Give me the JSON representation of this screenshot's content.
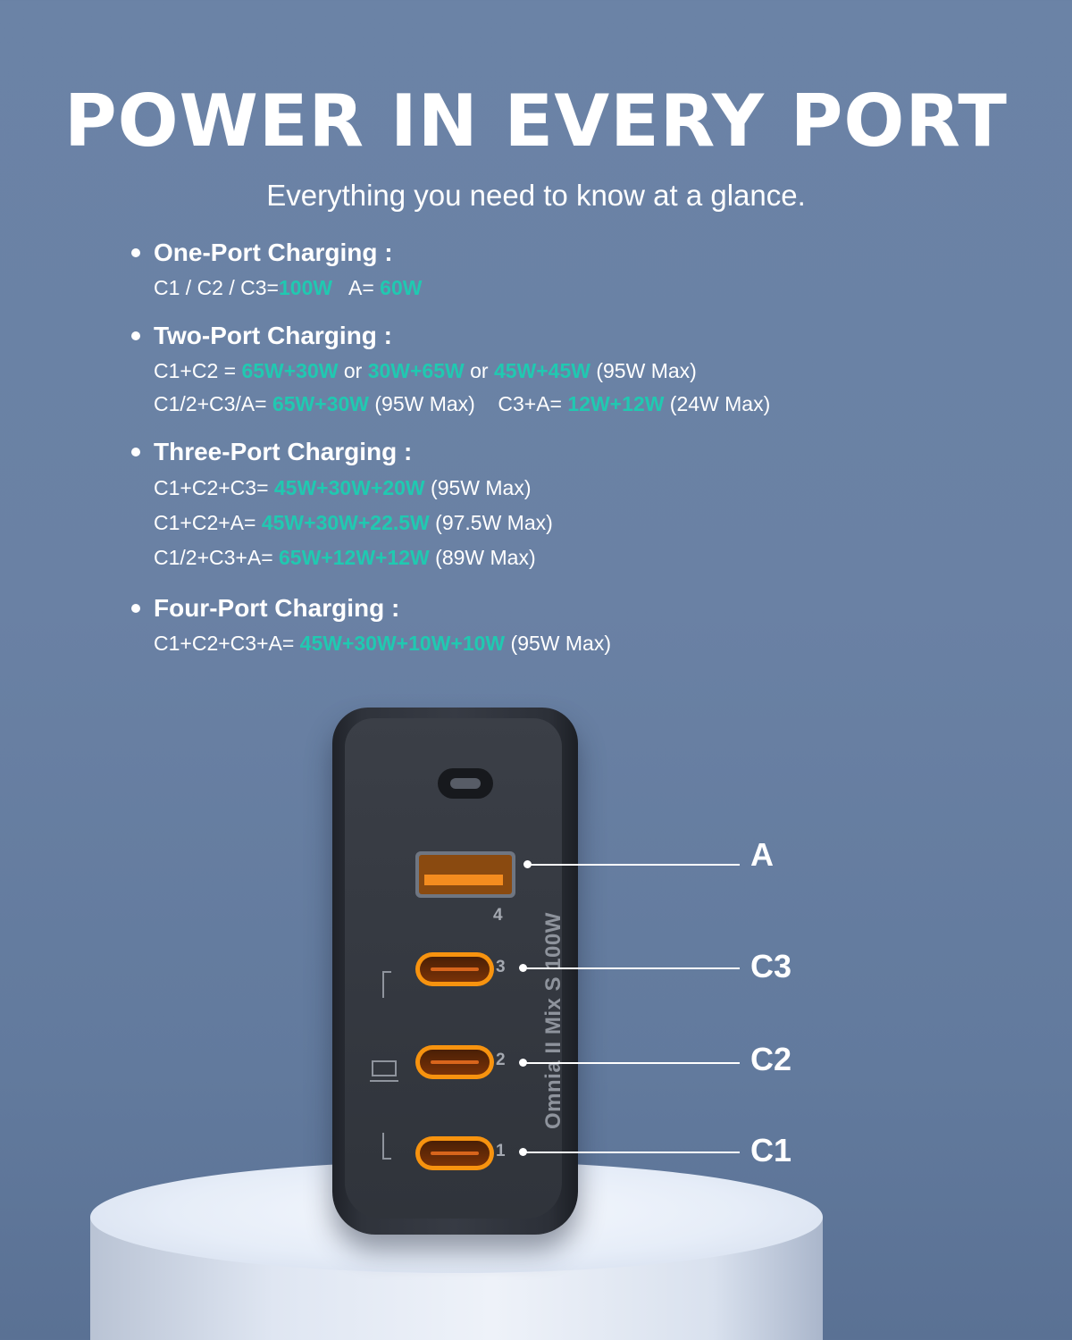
{
  "header": {
    "title": "POWER IN EVERY PORT",
    "subtitle": "Everything you need to know at a glance."
  },
  "colors": {
    "background": "#6a82a6",
    "accent": "#20c9b1",
    "text": "#ffffff",
    "port_orange": "#f7930f"
  },
  "sections": [
    {
      "heading": "One-Port Charging :",
      "lines": [
        [
          {
            "t": "C1 / C2 / C3="
          },
          {
            "t": "100W",
            "hl": true
          },
          {
            "t": "   A= "
          },
          {
            "t": "60W",
            "hl": true
          }
        ]
      ]
    },
    {
      "heading": "Two-Port Charging :",
      "lines": [
        [
          {
            "t": "C1+C2 = "
          },
          {
            "t": "65W+30W",
            "hl": true
          },
          {
            "t": " or "
          },
          {
            "t": "30W+65W",
            "hl": true
          },
          {
            "t": " or "
          },
          {
            "t": "45W+45W",
            "hl": true
          },
          {
            "t": " (95W Max)"
          }
        ],
        [
          {
            "t": "C1/2+C3/A= "
          },
          {
            "t": "65W+30W",
            "hl": true
          },
          {
            "t": " (95W Max)    C3+A= "
          },
          {
            "t": "12W+12W",
            "hl": true
          },
          {
            "t": " (24W Max)"
          }
        ]
      ]
    },
    {
      "heading": "Three-Port Charging :",
      "lines": [
        [
          {
            "t": "C1+C2+C3= "
          },
          {
            "t": "45W+30W+20W",
            "hl": true
          },
          {
            "t": " (95W Max)"
          }
        ],
        [
          {
            "t": "C1+C2+A= "
          },
          {
            "t": "45W+30W+22.5W",
            "hl": true
          },
          {
            "t": " (97.5W Max)"
          }
        ],
        [
          {
            "t": "C1/2+C3+A= "
          },
          {
            "t": "65W+12W+12W",
            "hl": true
          },
          {
            "t": " (89W Max)"
          }
        ]
      ]
    },
    {
      "heading": "Four-Port Charging :",
      "lines": [
        [
          {
            "t": "C1+C2+C3+A= "
          },
          {
            "t": "45W+30W+10W+10W",
            "hl": true
          },
          {
            "t": " (95W Max)"
          }
        ]
      ]
    }
  ],
  "product": {
    "model_text": "Omnia II Mix S 100W",
    "port_numbers": {
      "a": "4",
      "c3": "3",
      "c2": "2",
      "c1": "1"
    },
    "callouts": {
      "a": "A",
      "c3": "C3",
      "c2": "C2",
      "c1": "C1"
    }
  }
}
